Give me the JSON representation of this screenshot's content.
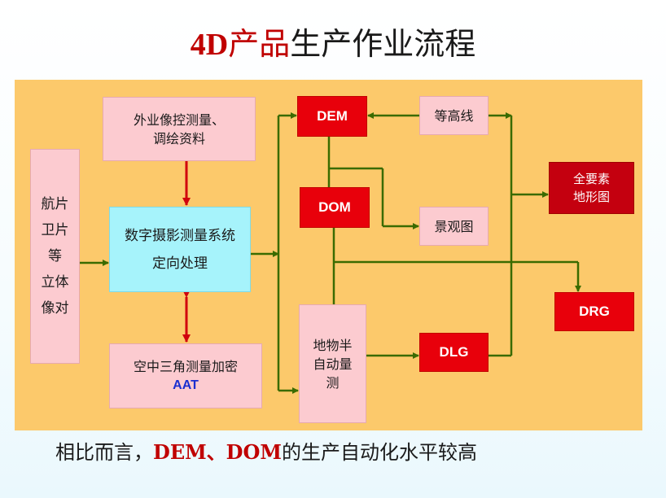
{
  "title": {
    "prefix": "4D",
    "red_part": "产品",
    "rest": "生产作业流程"
  },
  "boxes": {
    "imagery": [
      "航片",
      "卫片",
      "等",
      "立体",
      "像对"
    ],
    "field_control": [
      "外业像控测量、",
      "调绘资料"
    ],
    "photogrammetry": [
      "数字摄影测量系统",
      "定向处理"
    ],
    "aerial_triangulation": {
      "line1": "空中三角测量加密",
      "line2": "AAT"
    },
    "dem": "DEM",
    "dom": "DOM",
    "contour": "等高线",
    "landscape": "景观图",
    "feature_semi_auto": [
      "地物半",
      "自动量",
      "测"
    ],
    "dlg": "DLG",
    "full_topo": [
      "全要素",
      "地形图"
    ],
    "drg": "DRG"
  },
  "footnote": {
    "lead": "相比而言，",
    "dem": "DEM",
    "sep": "、",
    "dom": "DOM",
    "tail": "的生产自动化水平较高"
  },
  "colors": {
    "panel": "#fcc96b",
    "pink_box": "#fccbd0",
    "cyan_box": "#a6f3fb",
    "red_box": "#e8000b",
    "dark_red_box": "#c4000f",
    "line": "#3a6b00",
    "arrow_red": "#d0000c",
    "title_red": "#c00000",
    "aat_blue": "#1a2fd0"
  }
}
